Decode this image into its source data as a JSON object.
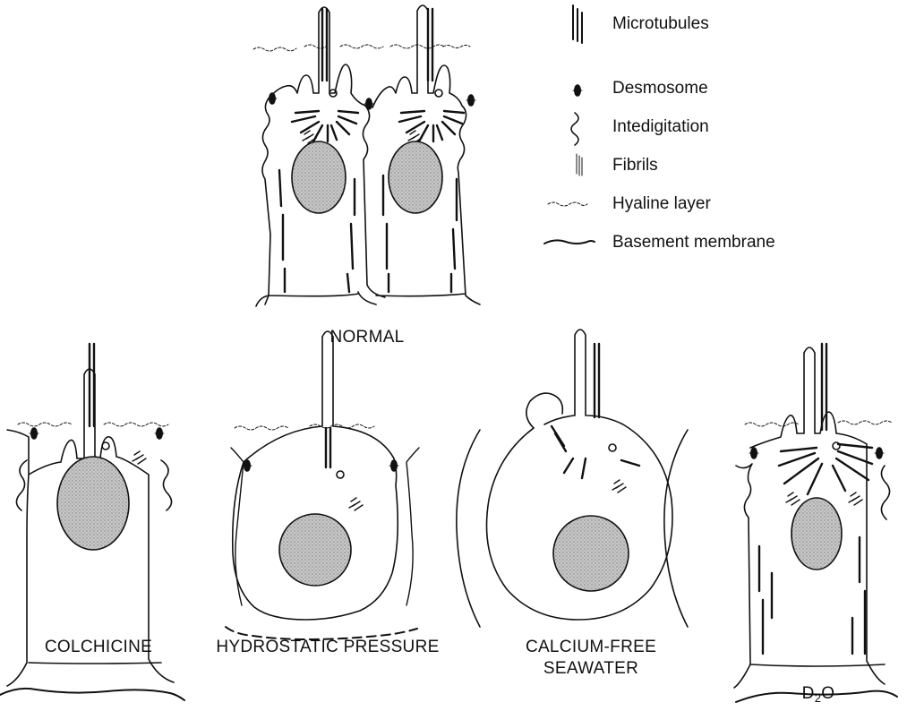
{
  "legend": {
    "items": [
      {
        "key": "microtubules",
        "label": "Microtubules"
      },
      {
        "key": "desmosome",
        "label": "Desmosome"
      },
      {
        "key": "interdigitation",
        "label": "Intedigitation"
      },
      {
        "key": "fibrils",
        "label": "Fibrils"
      },
      {
        "key": "hyaline",
        "label": "Hyaline layer"
      },
      {
        "key": "basement",
        "label": "Basement membrane"
      }
    ]
  },
  "panels": {
    "normal": {
      "label": "NORMAL"
    },
    "colchicine": {
      "label": "COLCHICINE"
    },
    "pressure": {
      "label": "HYDROSTATIC PRESSURE"
    },
    "calcium": {
      "line1": "CALCIUM-FREE",
      "line2": "SEAWATER"
    },
    "d2o": {
      "main": "D",
      "sub": "2",
      "tail": "O"
    }
  },
  "colors": {
    "ink": "#111111",
    "nucleus": "#bdbdbd",
    "background": "#ffffff"
  }
}
